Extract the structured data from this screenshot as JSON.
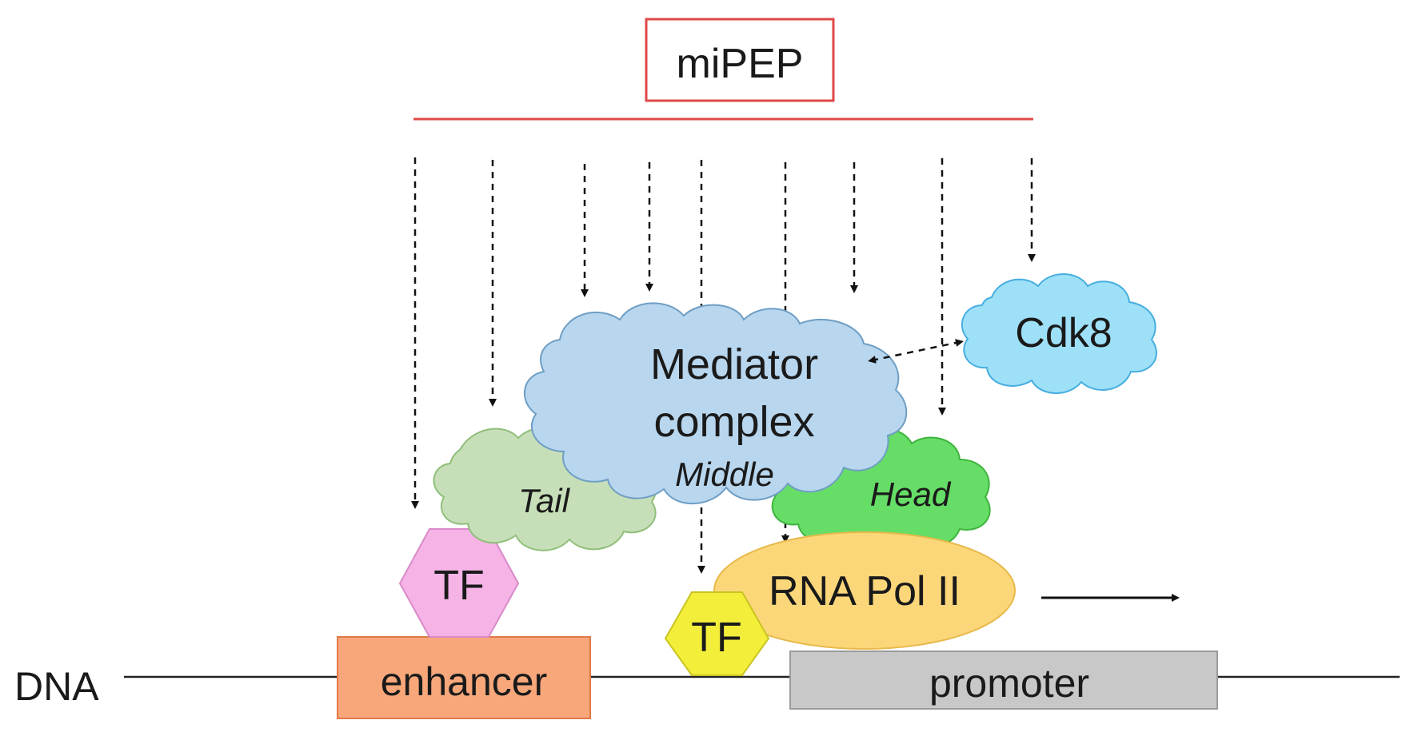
{
  "title": "miPEP",
  "labels": {
    "dna": "DNA",
    "enhancer": "enhancer",
    "promoter": "promoter",
    "tf_left": "TF",
    "tf_right": "TF",
    "rna_pol": "RNA Pol II",
    "mediator_line1": "Mediator",
    "mediator_line2": "complex",
    "middle": "Middle",
    "tail": "Tail",
    "head": "Head",
    "cdk8": "Cdk8"
  },
  "colors": {
    "mipep_red": "#e04848",
    "enhancer": "#f7a77a",
    "promoter": "#c8c8c8",
    "tf_pink": "#f5b3e6",
    "tf_yellow": "#f2ee3a",
    "rna_pol": "#fcd77a",
    "mediator": "#b8d6ee",
    "tail": "#c7dfb8",
    "head": "#66dd66",
    "cdk8": "#9ee0f7"
  },
  "icons": {
    "arrows": "dashed-down-arrow",
    "transcription": "right-arrow"
  }
}
